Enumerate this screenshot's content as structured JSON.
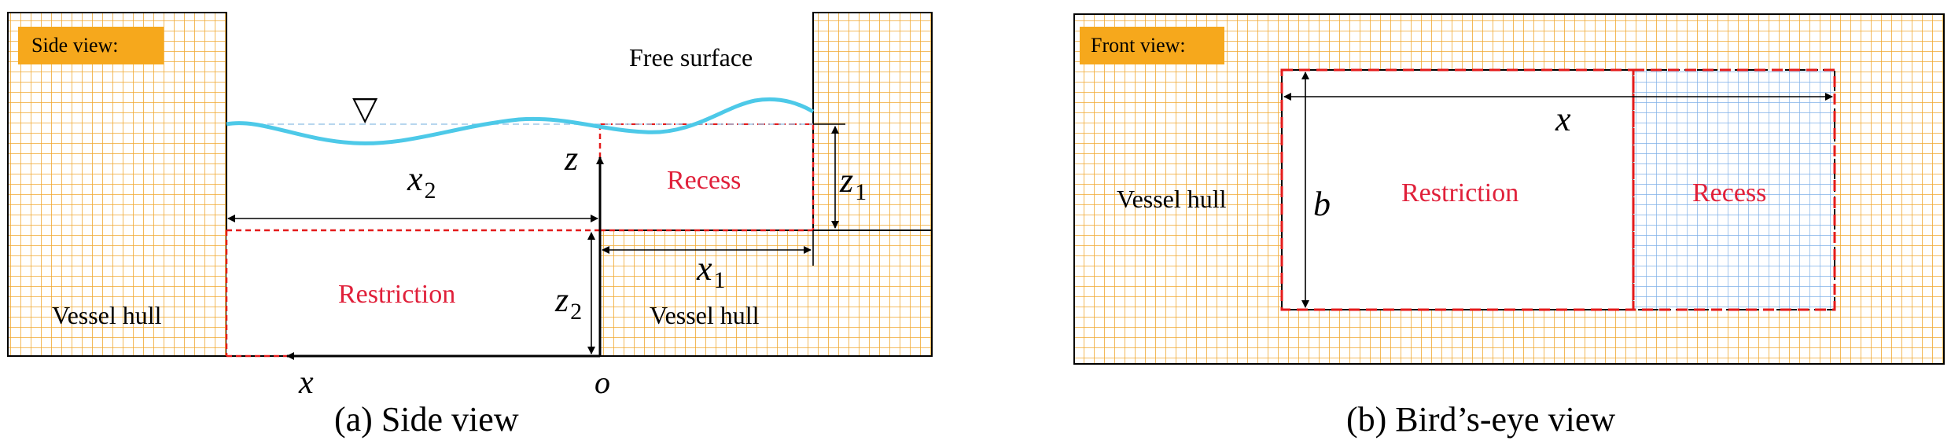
{
  "colors": {
    "grid_orange": "#f0a830",
    "grid_blue": "#7fb0e8",
    "badge_fill": "#f6a81c",
    "dash_red": "#e41b1b",
    "accent_red": "#e0203a",
    "wave_cyan": "#4dc9e8",
    "ink": "#000000"
  },
  "side_view": {
    "badge": "Side view:",
    "free_surface": "Free surface",
    "vessel_hull_left": "Vessel hull",
    "vessel_hull_right": "Vessel hull",
    "restriction": "Restriction",
    "recess": "Recess",
    "x2_base": "x",
    "x2_sub": "2",
    "x1_base": "x",
    "x1_sub": "1",
    "z1_base": "z",
    "z1_sub": "1",
    "z2_base": "z",
    "z2_sub": "2",
    "z_axis": "z",
    "x_axis": "x",
    "origin": "o",
    "water_symbol": "▽",
    "caption": "(a) Side view"
  },
  "front_view": {
    "badge": "Front view:",
    "vessel_hull": "Vessel hull",
    "restriction": "Restriction",
    "recess": "Recess",
    "x_label": "x",
    "b_label": "b",
    "caption": "(b) Bird’s-eye view"
  }
}
